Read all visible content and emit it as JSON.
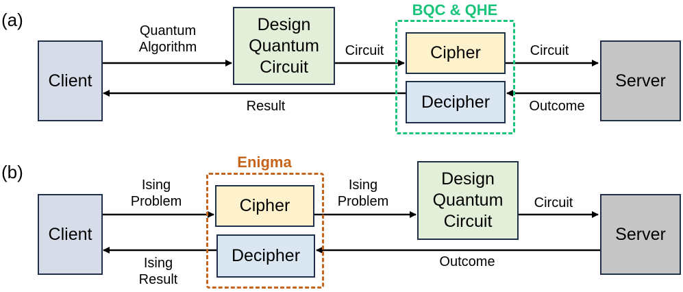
{
  "panel_a": {
    "tag": "(a)",
    "client": "Client",
    "server": "Server",
    "design_lines": [
      "Design",
      "Quantum",
      "Circuit"
    ],
    "cipher": "Cipher",
    "decipher": "Decipher",
    "group_title": "BQC & QHE",
    "group_color": "#19c47a",
    "edge_algorithm": [
      "Quantum",
      "Algorithm"
    ],
    "edge_circuit_in": "Circuit",
    "edge_circuit_out": "Circuit",
    "edge_outcome": "Outcome",
    "edge_result": "Result"
  },
  "panel_b": {
    "tag": "(b)",
    "client": "Client",
    "server": "Server",
    "design_lines": [
      "Design",
      "Quantum",
      "Circuit"
    ],
    "cipher": "Cipher",
    "decipher": "Decipher",
    "group_title": "Enigma",
    "group_color": "#c5641a",
    "edge_problem_in": [
      "Ising",
      "Problem"
    ],
    "edge_problem_out": [
      "Ising",
      "Problem"
    ],
    "edge_circuit": "Circuit",
    "edge_outcome": "Outcome",
    "edge_result": [
      "Ising",
      "Result"
    ]
  }
}
